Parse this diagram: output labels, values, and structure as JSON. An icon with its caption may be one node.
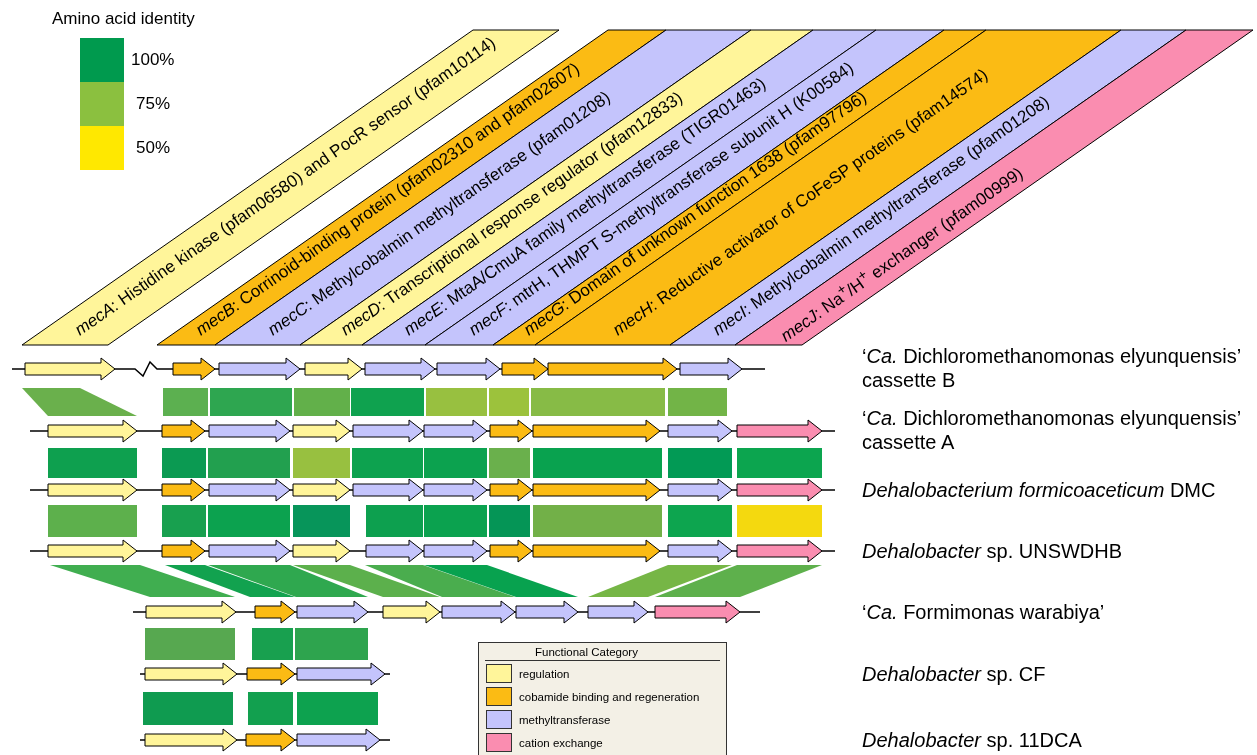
{
  "diagram": {
    "nodes": [
      {
        "text": [
          "*mecA*: Histidine kinase (pfam06580) and PocR sensor (pfam10114)"
        ]
      },
      {
        "text": [
          "*mecB*: Corrinoid-binding protein (pfam02310 and pfam02607)"
        ]
      },
      {
        "text": [
          "*mecC*: Methylcobalmin methyltransferase (pfam01208)"
        ]
      },
      {
        "text": [
          "*mecD*: Transcriptional response regulator (pfam12833)"
        ]
      },
      {
        "text": [
          "*mecE*: MtaA/CmuA family methyltransferase (TIGR01463)"
        ]
      },
      {
        "text": [
          "*mecF*: mtrH, THMPT S-methyltransferase subunit H (K00584)"
        ]
      },
      {
        "text": [
          "*mecG*: Domain of unknown function 1638 (pfam97796)"
        ]
      },
      {
        "text": [
          "*mecH*: Reductive activator of CoFeSP proteins (pfam14574)"
        ]
      },
      {
        "text": [
          "*mecI*: Methylcobalmin methyltransferase (pfam01208)"
        ]
      },
      {
        "text": [
          "*mecJ*: Na$^{+}$/H$^{+}$ exchanger (pfam00999)"
        ]
      }
    ],
    "labels": [
      "Amino acid identity",
      "‘*Ca.* Dichloromethanomonas elyunquensis’ cassette B",
      "‘*Ca.* Dichloromethanomonas elyunquensis’ cassette A",
      "*Dehalobacterium formicoaceticum* DMC",
      "*Dehalobacter* sp. UNSWDHB",
      "‘*Ca.* Formimonas warabiya’",
      "*Dehalobacter* sp. CF",
      "*Dehalobacter* sp. 11DCA",
      "Functional Category"
    ],
    "legend": [
      {
        "text": "100%",
        "color": "#009a4e"
      },
      {
        "text": "75%",
        "color": "#8bc03f"
      },
      {
        "text": "50%",
        "color": "#ffe800"
      },
      {
        "text": "regulation",
        "color": "#fff59a"
      },
      {
        "text": "cobamide binding and regeneration",
        "color": "#fbbb14"
      },
      {
        "text": "methyltransferase",
        "color": "#c4c4fc"
      },
      {
        "text": "cation exchange",
        "color": "#fa8db0"
      }
    ]
  }
}
